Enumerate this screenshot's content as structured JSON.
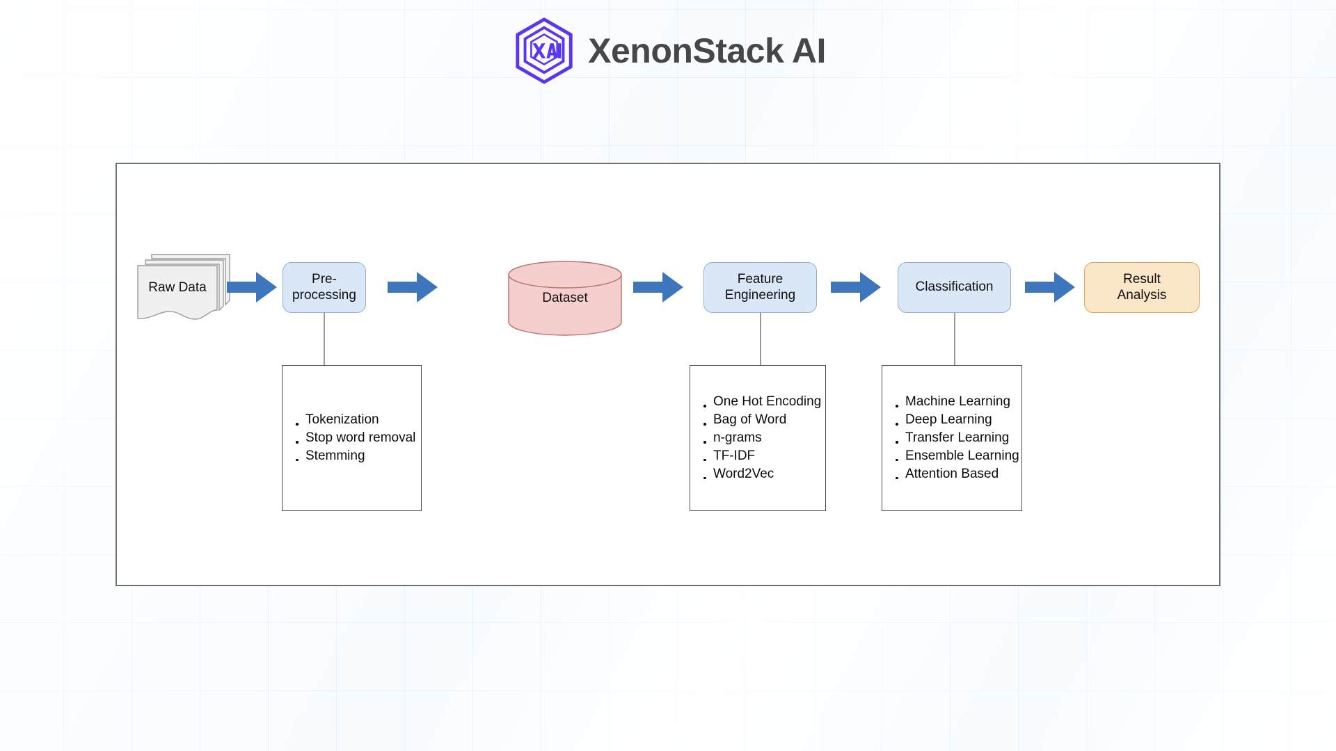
{
  "header": {
    "logo_icon": "xenonstack-hexagon-xai-logo",
    "logo_inner_text": "XAI",
    "brand_name": "XenonStack AI",
    "brand_color": "#5b36ef",
    "brand_text_color": "#474747"
  },
  "diagram": {
    "title": "NLP pipeline flow",
    "card_border_color": "#6e7073",
    "arrow_color": "#3d76bd",
    "process_fill": "#d9e7f7",
    "process_border": "#93aecd",
    "dataset_fill": "#f4cfcd",
    "dataset_border": "#b9726c",
    "result_fill": "#fbe6c8",
    "result_border": "#d7a45f",
    "rawdata_fill": "#f0f0f0",
    "rawdata_border": "#9b9b9b",
    "nodes": [
      {
        "id": "raw-data",
        "label": "Raw Data",
        "shape": "document-stack"
      },
      {
        "id": "pre-processing",
        "label": "Pre-processing",
        "shape": "rounded-rect"
      },
      {
        "id": "dataset",
        "label": "Dataset",
        "shape": "cylinder"
      },
      {
        "id": "feature-engineering",
        "label": "Feature\nEngineering",
        "shape": "rounded-rect"
      },
      {
        "id": "classification",
        "label": "Classification",
        "shape": "rounded-rect"
      },
      {
        "id": "result-analysis",
        "label": "Result\nAnalysis",
        "shape": "rounded-rect"
      }
    ],
    "node_labels": {
      "raw_data": "Raw Data",
      "pre_processing": "Pre-processing",
      "dataset": "Dataset",
      "feature_engineering_line1": "Feature",
      "feature_engineering_line2": "Engineering",
      "classification": "Classification",
      "result_analysis_line1": "Result",
      "result_analysis_line2": "Analysis"
    },
    "arrows": [
      {
        "from": "raw-data",
        "to": "pre-processing"
      },
      {
        "from": "pre-processing",
        "to": "dataset"
      },
      {
        "from": "dataset",
        "to": "feature-engineering"
      },
      {
        "from": "feature-engineering",
        "to": "classification"
      },
      {
        "from": "classification",
        "to": "result-analysis"
      }
    ],
    "detail_boxes": [
      {
        "parent": "pre-processing",
        "items": [
          "Tokenization",
          "Stop word removal",
          "Stemming"
        ]
      },
      {
        "parent": "feature-engineering",
        "items": [
          "One Hot Encoding",
          "Bag of Word",
          "n-grams",
          "TF-IDF",
          "Word2Vec"
        ]
      },
      {
        "parent": "classification",
        "items": [
          "Machine Learning",
          "Deep Learning",
          "Transfer Learning",
          "Ensemble Learning",
          "Attention Based"
        ]
      }
    ]
  }
}
